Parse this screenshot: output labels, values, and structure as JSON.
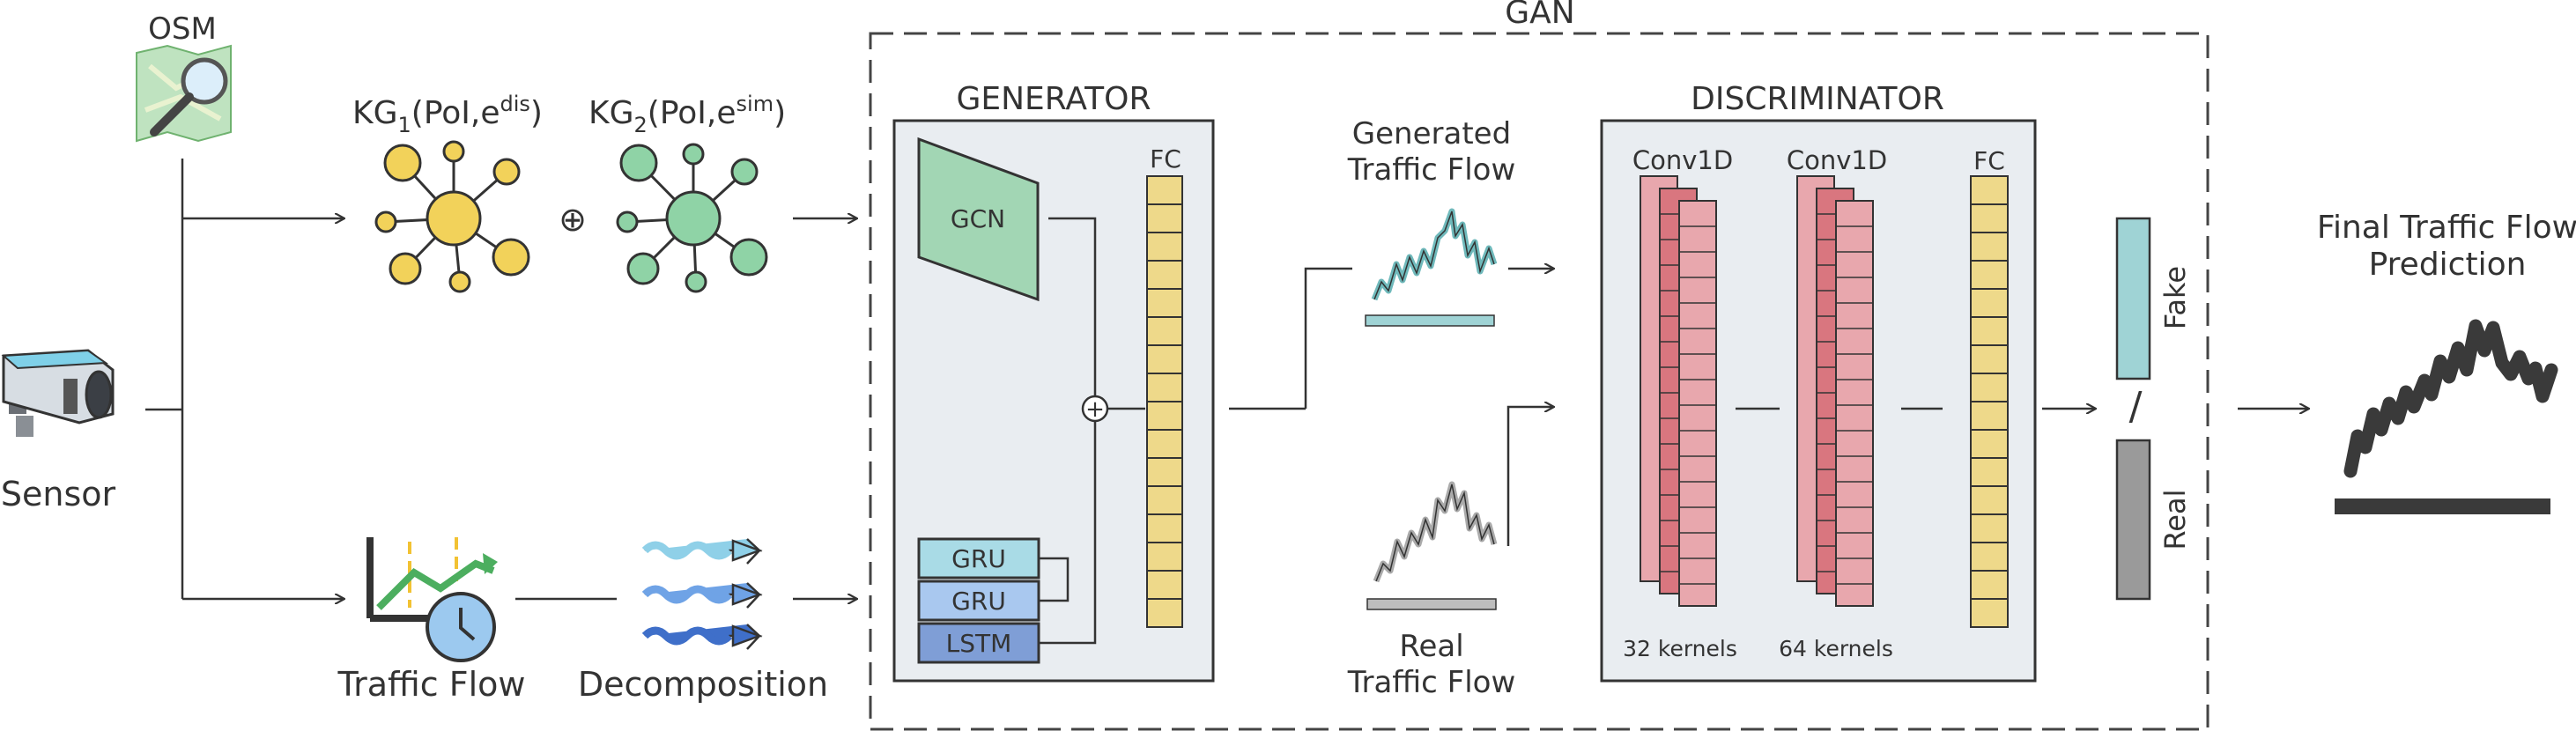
{
  "labels": {
    "osm": "OSM",
    "sensor": "Sensor",
    "kg1_main": "KG",
    "kg1_sub": "1",
    "kg1_args": "(PoI,e",
    "kg1_sup": "dis",
    "kg1_close": ")",
    "kg2_main": "KG",
    "kg2_sub": "2",
    "kg2_args": "(PoI,e",
    "kg2_sup": "sim",
    "kg2_close": ")",
    "oplus": "⊕",
    "traffic_flow": "Traffic Flow",
    "decomposition": "Decomposition",
    "gan": "GAN",
    "generator": "GENERATOR",
    "gcn": "GCN",
    "gru1": "GRU",
    "gru2": "GRU",
    "lstm": "LSTM",
    "fc_gen": "FC",
    "generated_line1": "Generated",
    "generated_line2": "Traffic Flow",
    "real_line1": "Real",
    "real_line2": "Traffic Flow",
    "discriminator": "DISCRIMINATOR",
    "conv1": "Conv1D",
    "conv2": "Conv1D",
    "fc_disc": "FC",
    "kernels32": "32 kernels",
    "kernels64": "64 kernels",
    "fake": "Fake",
    "real": "Real",
    "slash": "/",
    "final_line1": "Final Traffic Flow",
    "final_line2": "Prediction"
  },
  "colors": {
    "yellow": "#f2d25a",
    "green": "#8fd3a6",
    "gcn": "#a2d6b4",
    "gru": "#a9dbe6",
    "gru2": "#a9c8ef",
    "lstm": "#7f9ed6",
    "fc": "#eed98a",
    "conv_light": "#e8a7ad",
    "conv_dark": "#d9767f",
    "fake": "#9fd3d5",
    "real_bar": "#9a9a9a",
    "panel": "#e9edf1",
    "generated_line": "#6fb9bb"
  },
  "icons": [
    "osm-map-icon",
    "sensor-camera-icon",
    "traffic-flow-chart-icon",
    "wave-icon"
  ]
}
